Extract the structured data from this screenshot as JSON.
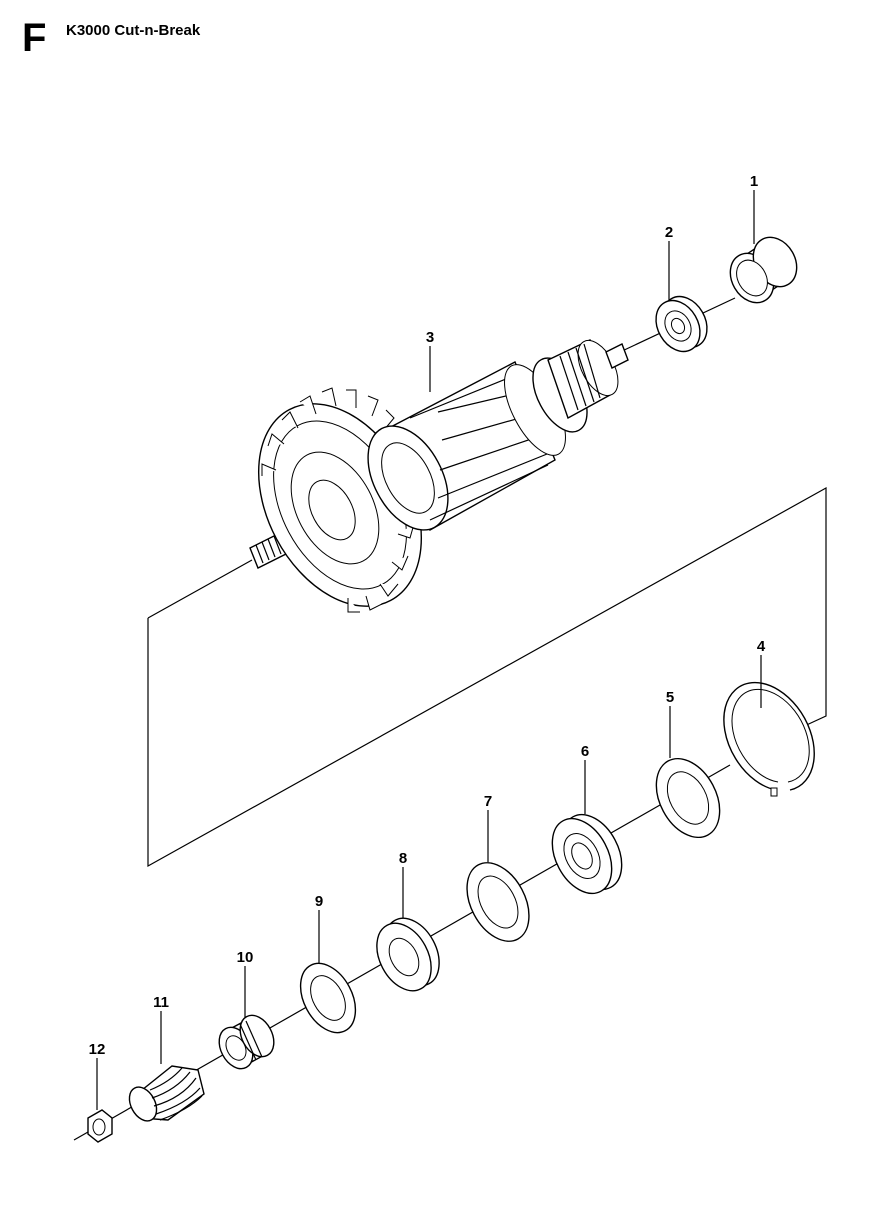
{
  "header": {
    "section_letter": "F",
    "model_title": "K3000 Cut-n-Break"
  },
  "callouts": [
    "1",
    "2",
    "3",
    "4",
    "5",
    "6",
    "7",
    "8",
    "9",
    "10",
    "11",
    "12"
  ]
}
